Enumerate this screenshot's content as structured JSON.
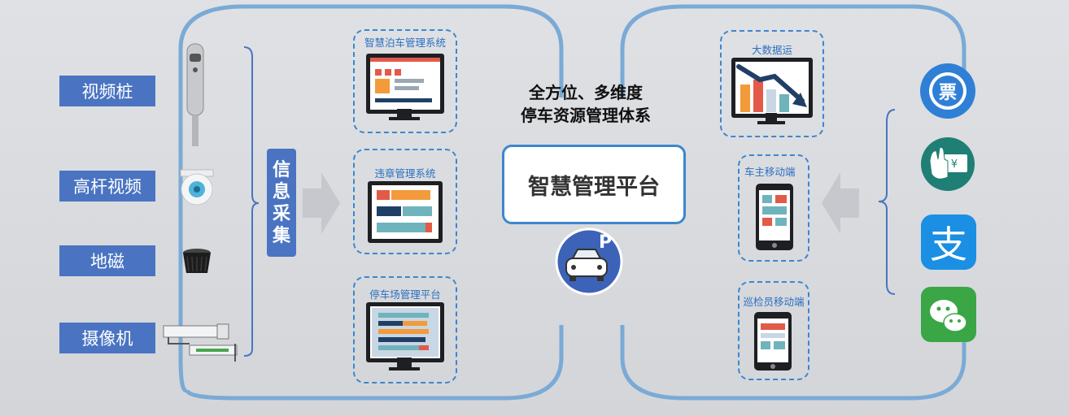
{
  "devices": [
    {
      "label": "视频桩",
      "icon": "video-pile-icon"
    },
    {
      "label": "高杆视频",
      "icon": "dome-camera-icon"
    },
    {
      "label": "地磁",
      "icon": "geomagnetic-sensor-icon"
    },
    {
      "label": "摄像机",
      "icon": "camera-icon"
    }
  ],
  "info_collect": [
    "信",
    "息",
    "采",
    "集"
  ],
  "systems": [
    {
      "title": "智慧泊车管理系统"
    },
    {
      "title": "违章管理系统"
    },
    {
      "title": "停车场管理平台"
    }
  ],
  "center": {
    "line1": "全方位、多维度",
    "line2": "停车资源管理体系",
    "platform": "智慧管理平台",
    "parking_badge": "P"
  },
  "mobile": [
    {
      "title": "大数据运"
    },
    {
      "title": "车主移动端"
    },
    {
      "title": "巡检员移动端"
    }
  ],
  "apps": [
    {
      "label": "票",
      "icon": "ticket-icon",
      "color": "#2f7fd6"
    },
    {
      "icon": "cash-payment-icon",
      "color": "#1f7f75"
    },
    {
      "label": "支",
      "icon": "alipay-icon",
      "color": "#1a8fe3"
    },
    {
      "icon": "wechat-icon",
      "color": "#3aa645"
    }
  ],
  "colors": {
    "accent": "#3d86cf",
    "label_bg": "#4a74c2",
    "orange": "#f39a3b",
    "red": "#e35a49",
    "navy": "#203f66",
    "teal": "#6fb3bd"
  }
}
